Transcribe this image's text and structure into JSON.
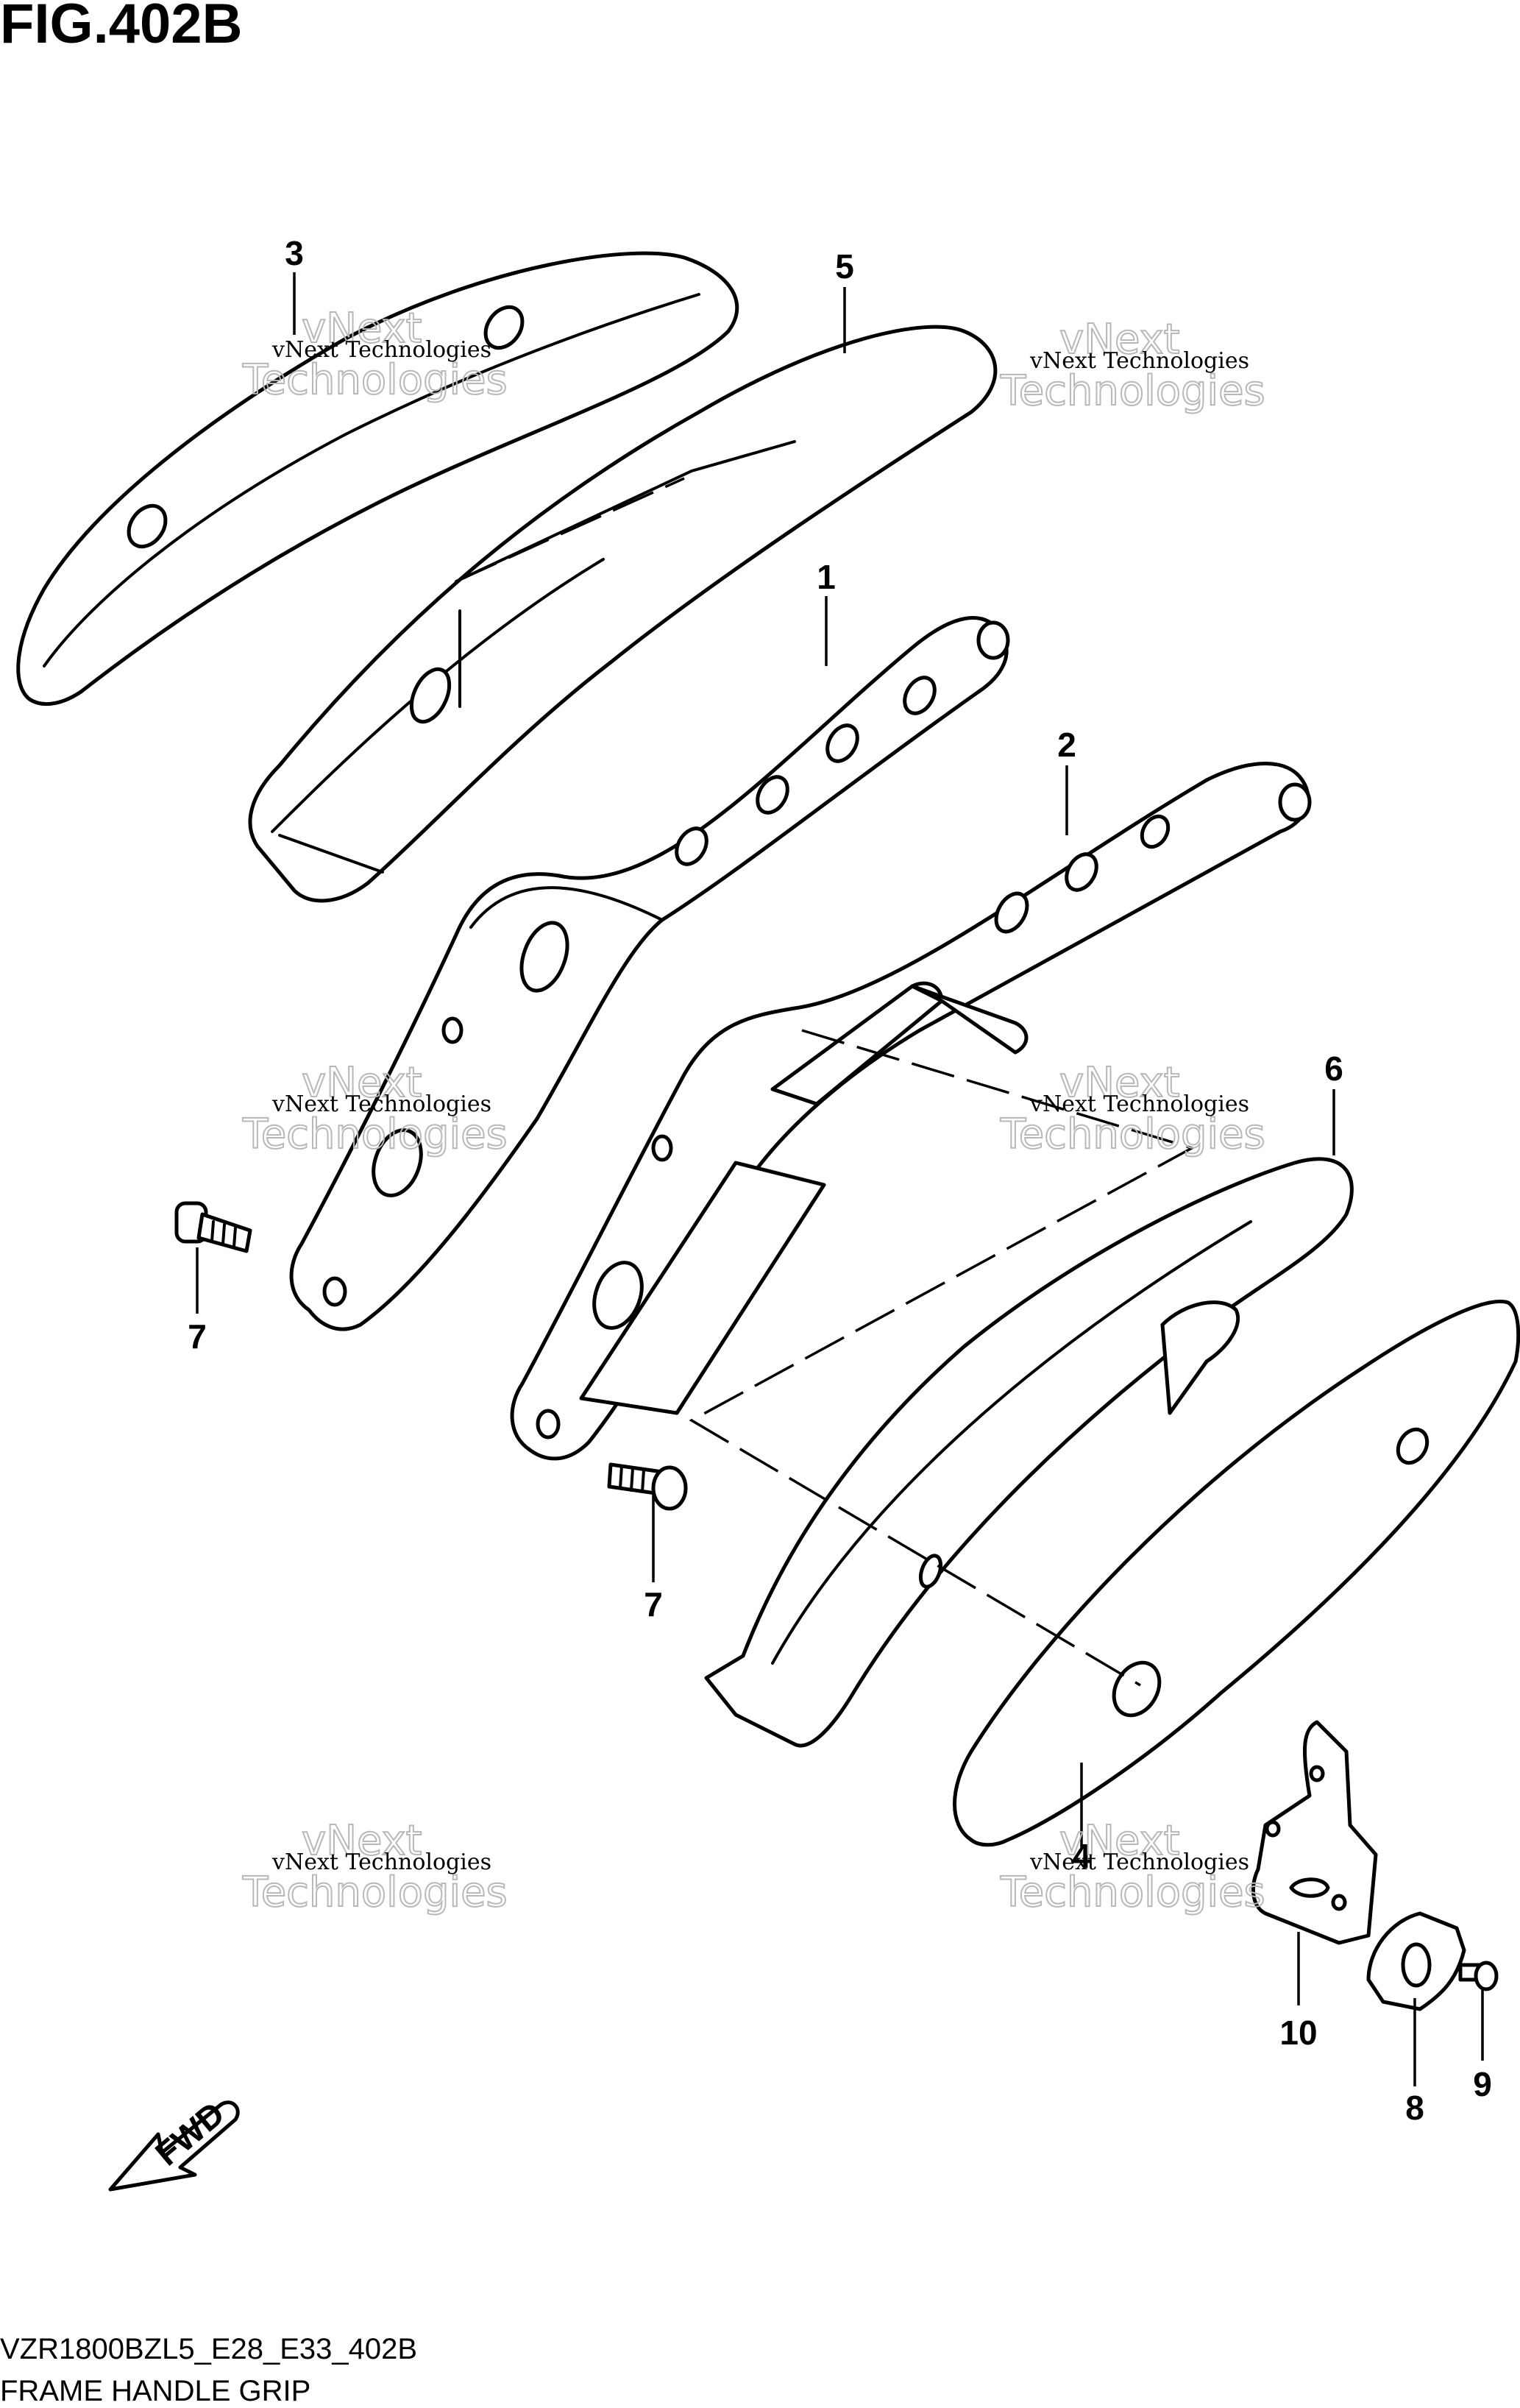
{
  "figure": {
    "title": "FIG.402B",
    "model_code": "VZR1800BZL5_E28_E33_402B",
    "caption": "FRAME HANDLE GRIP"
  },
  "callouts": [
    "1",
    "2",
    "3",
    "4",
    "5",
    "6",
    "7",
    "7",
    "8",
    "9",
    "10"
  ],
  "watermark": {
    "line1": "vNext Technologies",
    "brand_top": "vNext",
    "brand_bottom": "Technologies"
  },
  "fwd_label": "FWD"
}
